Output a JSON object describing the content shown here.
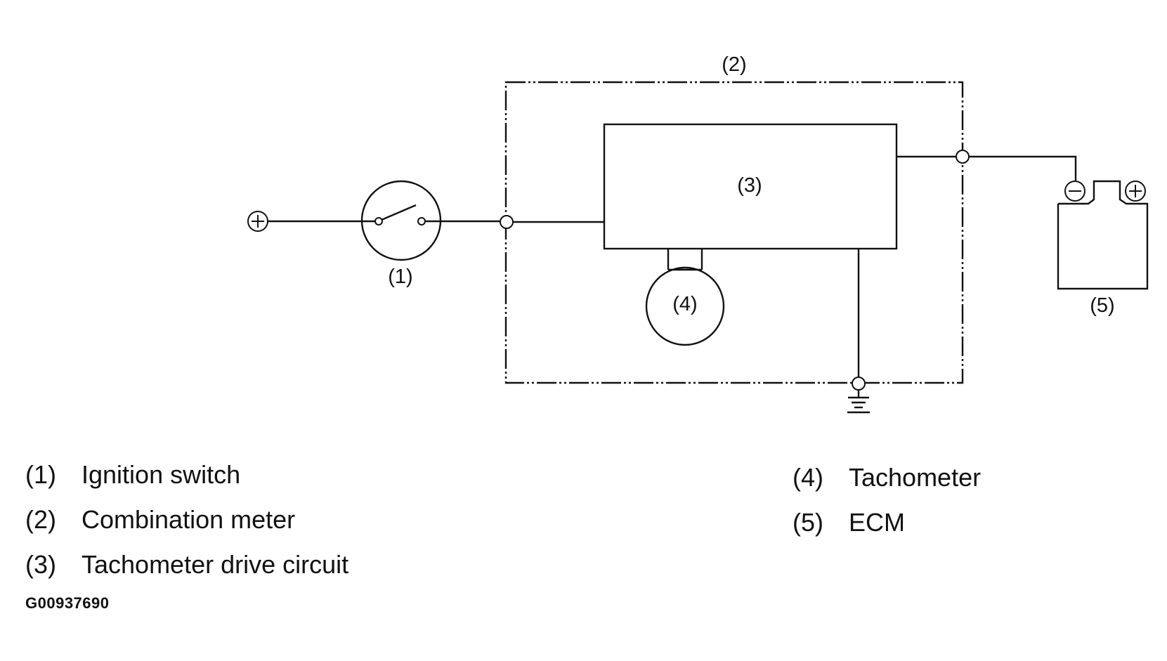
{
  "callouts": {
    "c1": "(1)",
    "c2": "(2)",
    "c3": "(3)",
    "c4": "(4)",
    "c5": "(5)"
  },
  "legend": [
    {
      "num": "(1)",
      "label": "Ignition switch"
    },
    {
      "num": "(2)",
      "label": "Combination meter"
    },
    {
      "num": "(3)",
      "label": "Tachometer drive circuit"
    },
    {
      "num": "(4)",
      "label": "Tachometer"
    },
    {
      "num": "(5)",
      "label": "ECM"
    }
  ],
  "figure_id": "G00937690"
}
